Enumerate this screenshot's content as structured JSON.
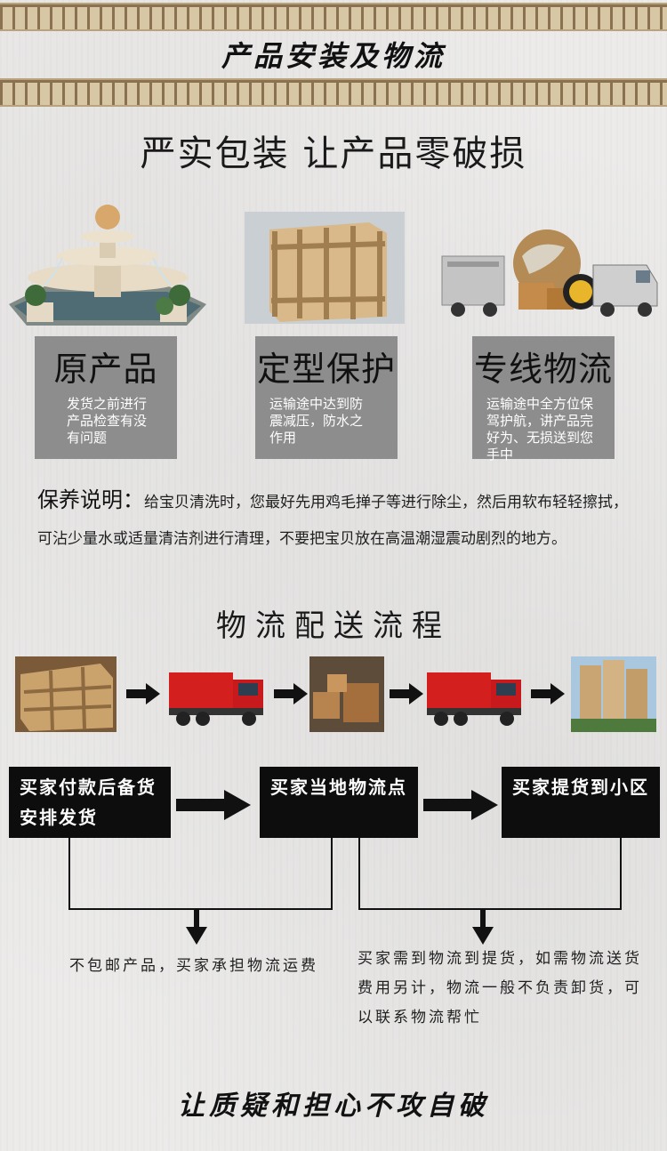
{
  "header": {
    "title": "产品安装及物流"
  },
  "packaging": {
    "headline": "严实包装 让产品零破损",
    "cards": [
      {
        "title": "原产品",
        "desc": "发货之前进行产品检查有没有问题"
      },
      {
        "title": "定型保护",
        "desc": "运输途中达到防震减压，防水之作用"
      },
      {
        "title": "专线物流",
        "desc": "运输途中全方位保驾护航，讲产品完好为、无损送到您手中"
      }
    ]
  },
  "maintenance": {
    "label": "保养说明：",
    "text": "给宝贝清洗时，您最好先用鸡毛掸子等进行除尘，然后用软布轻轻擦拭，可沾少量水或适量清洁剂进行清理，不要把宝贝放在高温潮湿震动剧烈的地方。"
  },
  "logistics": {
    "headline": "物流配送流程",
    "steps": [
      {
        "label": "买家付款后备货安排发货"
      },
      {
        "label": "买家当地物流点"
      },
      {
        "label": "买家提货到小区"
      }
    ],
    "notes": {
      "left": "不包邮产品，买家承担物流运费",
      "right": "买家需到物流到提货，如需物流送货费用另计，物流一般不负责卸货，可以联系物流帮忙"
    }
  },
  "footer": {
    "slogan": "让质疑和担心不攻自破"
  },
  "colors": {
    "card_gray": "#8d8d8d",
    "block_black": "#0d0d0d",
    "truck_red": "#d41f1f",
    "greek_band": "#d8c7a4"
  }
}
